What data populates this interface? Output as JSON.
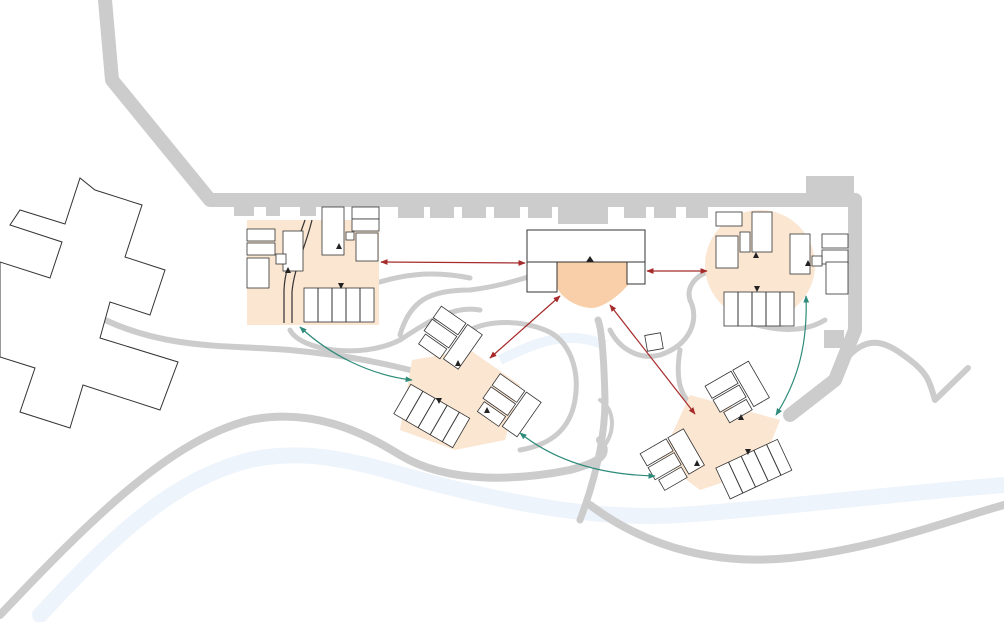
{
  "map": {
    "colors": {
      "background": "#ffffff",
      "path_gray": "#cccccc",
      "water": "#eef4fb",
      "cluster_zone": "#fbe6d2",
      "hub_zone": "#f8cfa8",
      "building_stroke": "#333333",
      "link_red": "#a52a2a",
      "link_teal": "#2e8b7a"
    },
    "features": [
      {
        "id": "site-boundary-walls",
        "kind": "path"
      },
      {
        "id": "perimeter-road",
        "kind": "path"
      },
      {
        "id": "campus-walkways",
        "kind": "path"
      },
      {
        "id": "creek",
        "kind": "water"
      },
      {
        "id": "cross-shaped-building",
        "kind": "building"
      },
      {
        "id": "central-hub-building",
        "kind": "building"
      },
      {
        "id": "residential-cluster-northwest",
        "kind": "building-group"
      },
      {
        "id": "residential-cluster-northeast",
        "kind": "building-group"
      },
      {
        "id": "residential-cluster-center",
        "kind": "building-group"
      },
      {
        "id": "residential-cluster-southeast",
        "kind": "building-group"
      }
    ],
    "connections": [
      {
        "from": "central-hub-building",
        "to": "residential-cluster-northwest",
        "color": "link_red"
      },
      {
        "from": "central-hub-building",
        "to": "residential-cluster-northeast",
        "color": "link_red"
      },
      {
        "from": "central-hub-building",
        "to": "residential-cluster-center",
        "color": "link_red"
      },
      {
        "from": "central-hub-building",
        "to": "residential-cluster-southeast",
        "color": "link_red"
      },
      {
        "from": "residential-cluster-northwest",
        "to": "residential-cluster-center",
        "color": "link_teal"
      },
      {
        "from": "residential-cluster-center",
        "to": "residential-cluster-southeast",
        "color": "link_teal"
      },
      {
        "from": "residential-cluster-southeast",
        "to": "residential-cluster-northeast",
        "color": "link_teal"
      }
    ]
  }
}
